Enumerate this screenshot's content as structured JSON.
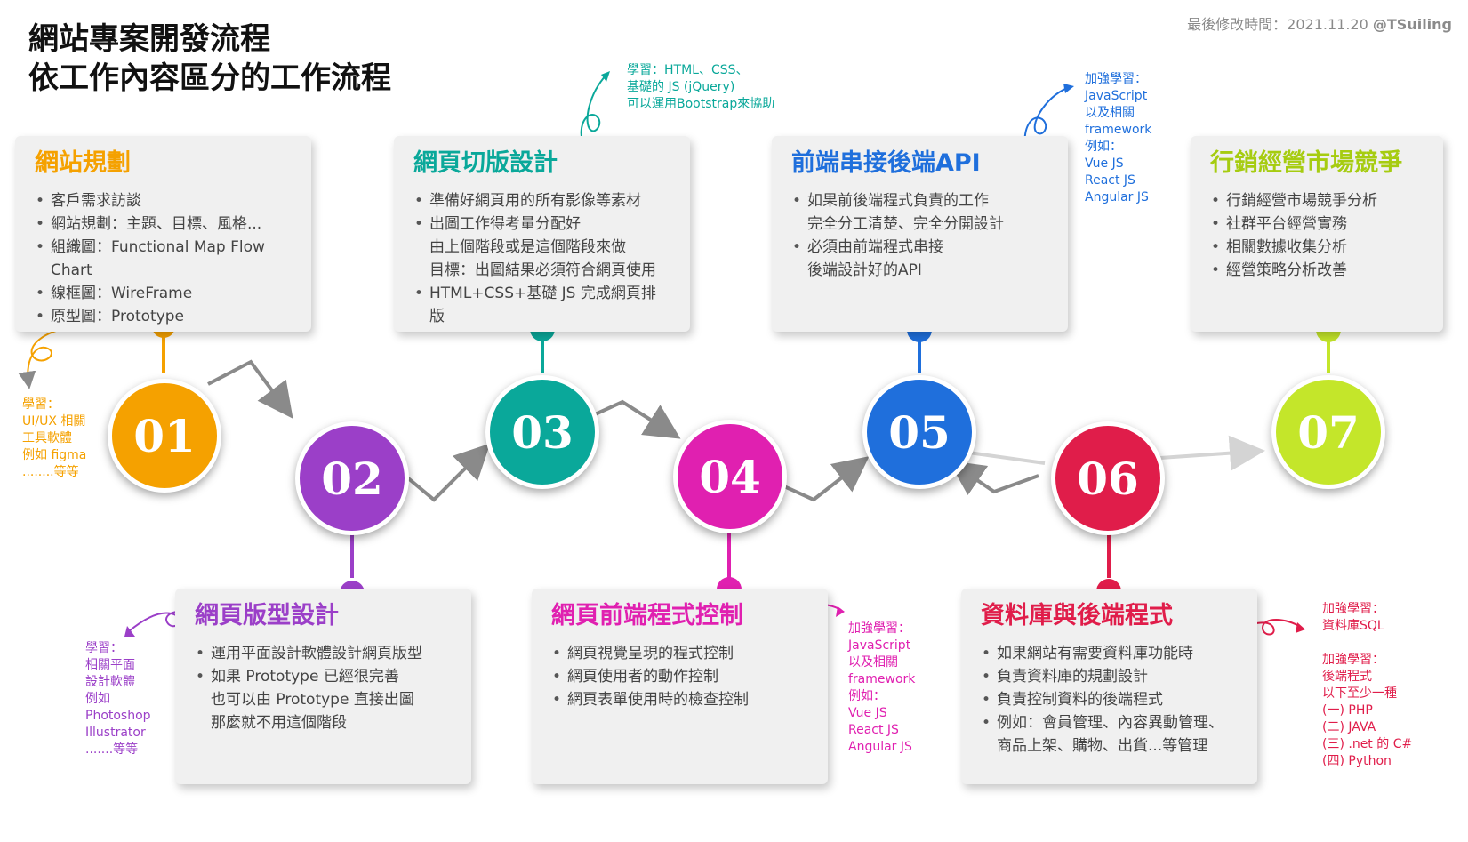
{
  "title": {
    "line1": "網站專案開發流程",
    "line2": "依工作內容區分的工作流程"
  },
  "meta": {
    "modified": "最後修改時間：2021.11.20",
    "author": "@TSuiling"
  },
  "colors": {
    "s1": "#f5a100",
    "s2": "#9b3fc8",
    "s3": "#0aa89a",
    "s4": "#e020b0",
    "s5": "#1f6fdc",
    "s6": "#e01d4a",
    "s7": "#c4e62a"
  },
  "steps": [
    {
      "num": "01",
      "title": "網站規劃",
      "items": [
        "客戶需求訪談",
        "網站規劃：主題、目標、風格...",
        "組織圖：Functional Map Flow Chart",
        "線框圖：WireFrame",
        "原型圖：Prototype"
      ],
      "note": "學習：\nUI/UX 相關\n工具軟體\n例如 figma\n........等等"
    },
    {
      "num": "02",
      "title": "網頁版型設計",
      "items": [
        "運用平面設計軟體設計網頁版型",
        "如果 Prototype 已經很完善\n也可以由 Prototype 直接出圖\n那麼就不用這個階段"
      ],
      "note": "學習：\n相關平面\n設計軟體\n例如\nPhotoshop\nIllustrator\n.......等等"
    },
    {
      "num": "03",
      "title": "網頁切版設計",
      "items": [
        "準備好網頁用的所有影像等素材",
        "出圖工作得考量分配好\n由上個階段或是這個階段來做\n目標：出圖結果必須符合網頁使用",
        "HTML+CSS+基礎 JS 完成網頁排版"
      ],
      "note": "學習：HTML、CSS、\n基礎的 JS (jQuery)\n可以運用Bootstrap來協助"
    },
    {
      "num": "04",
      "title": "網頁前端程式控制",
      "items": [
        "網頁視覺呈現的程式控制",
        "網頁使用者的動作控制",
        "網頁表單使用時的檢查控制"
      ],
      "note": "加強學習：\nJavaScript\n以及相關\nframework\n例如：\nVue JS\nReact JS\nAngular JS"
    },
    {
      "num": "05",
      "title": "前端串接後端API",
      "items": [
        "如果前後端程式負責的工作\n完全分工清楚、完全分開設計",
        "必須由前端程式串接\n後端設計好的API"
      ],
      "note": "加強學習：\nJavaScript\n以及相關\nframework\n例如：\nVue JS\nReact JS\nAngular JS"
    },
    {
      "num": "06",
      "title": "資料庫與後端程式",
      "items": [
        "如果網站有需要資料庫功能時",
        "負責資料庫的規劃設計",
        "負責控制資料的後端程式",
        "例如：會員管理、內容異動管理、\n商品上架、購物、出貨...等管理"
      ],
      "note": "加強學習：\n資料庫SQL\n\n加強學習：\n後端程式\n以下至少一種\n(一) PHP\n(二) JAVA\n(三) .net 的 C#\n(四) Python"
    },
    {
      "num": "07",
      "title": "行銷經營市場競爭",
      "items": [
        "行銷經營市場競爭分析",
        "社群平台經營實務",
        "相關數據收集分析",
        "經營策略分析改善"
      ]
    }
  ]
}
